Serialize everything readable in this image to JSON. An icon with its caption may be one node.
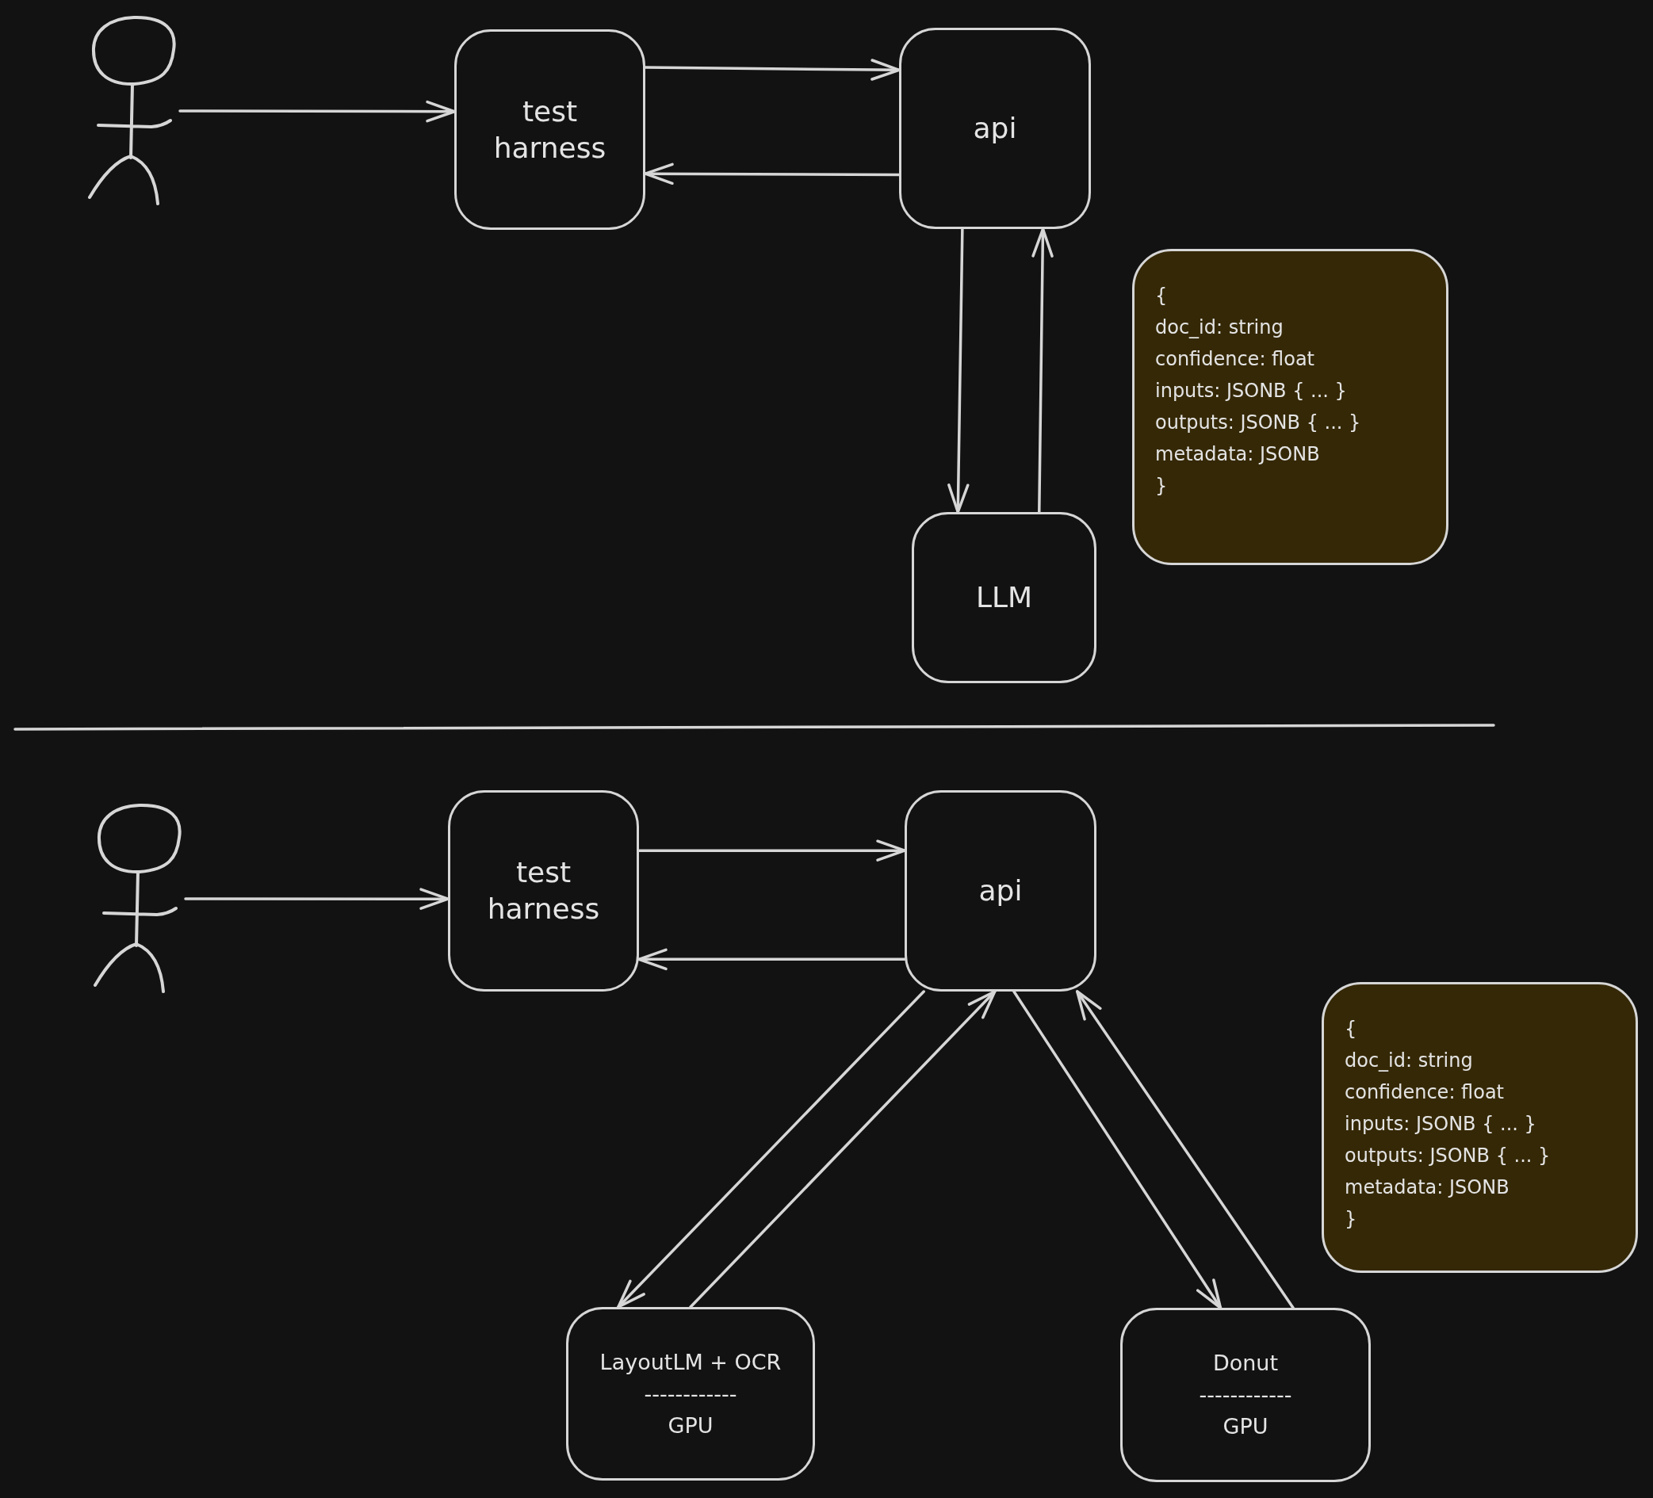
{
  "diagram": {
    "nodes": [
      {
        "text": [],
        "shape": "person"
      },
      {
        "text": [
          "test harness"
        ]
      },
      {
        "text": [
          "api"
        ]
      },
      {
        "text": [
          "LLM"
        ]
      },
      {
        "text": [
          "{",
          "doc_id: string",
          "confidence: float",
          "inputs: JSONB { ... }",
          "outputs: JSONB { ... }",
          "metadata: JSONB",
          "}"
        ]
      },
      {
        "text": [],
        "shape": "person"
      },
      {
        "text": [
          "test harness"
        ]
      },
      {
        "text": [
          "api"
        ]
      },
      {
        "text": [
          "LayoutLM + OCR",
          "------------",
          "GPU"
        ]
      },
      {
        "text": [
          "Donut",
          "------------",
          "GPU"
        ]
      },
      {
        "text": [
          "{",
          "doc_id: string",
          "confidence: float",
          "inputs: JSONB { ... }",
          "outputs: JSONB { ... }",
          "metadata: JSONB",
          "}"
        ]
      }
    ],
    "edges": [
      {
        "from": 0,
        "to": 1,
        "arrow": "to"
      },
      {
        "from": 1,
        "to": 2,
        "arrow": "to"
      },
      {
        "from": 2,
        "to": 1,
        "arrow": "to"
      },
      {
        "from": 2,
        "to": 3,
        "arrow": "to"
      },
      {
        "from": 3,
        "to": 2,
        "arrow": "to"
      },
      {
        "from": 5,
        "to": 6,
        "arrow": "to"
      },
      {
        "from": 6,
        "to": 7,
        "arrow": "to"
      },
      {
        "from": 7,
        "to": 6,
        "arrow": "to"
      },
      {
        "from": 7,
        "to": 8,
        "arrow": "to"
      },
      {
        "from": 8,
        "to": 7,
        "arrow": "to"
      },
      {
        "from": 7,
        "to": 9,
        "arrow": "to"
      },
      {
        "from": 9,
        "to": 7,
        "arrow": "to"
      }
    ]
  }
}
